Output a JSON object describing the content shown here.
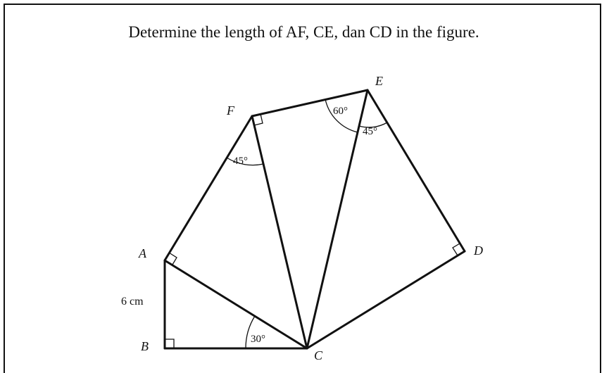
{
  "question": "Determine the length of AF, CE, dan CD in the figure.",
  "points": {
    "A": "A",
    "B": "B",
    "C": "C",
    "D": "D",
    "E": "E",
    "F": "F"
  },
  "angles": {
    "ACB": "30°",
    "AFC": "45°",
    "FEC": "60°",
    "CED": "45°"
  },
  "lengths": {
    "AB": "6 cm"
  },
  "colors": {
    "line": "#111111",
    "background": "#ffffff"
  }
}
